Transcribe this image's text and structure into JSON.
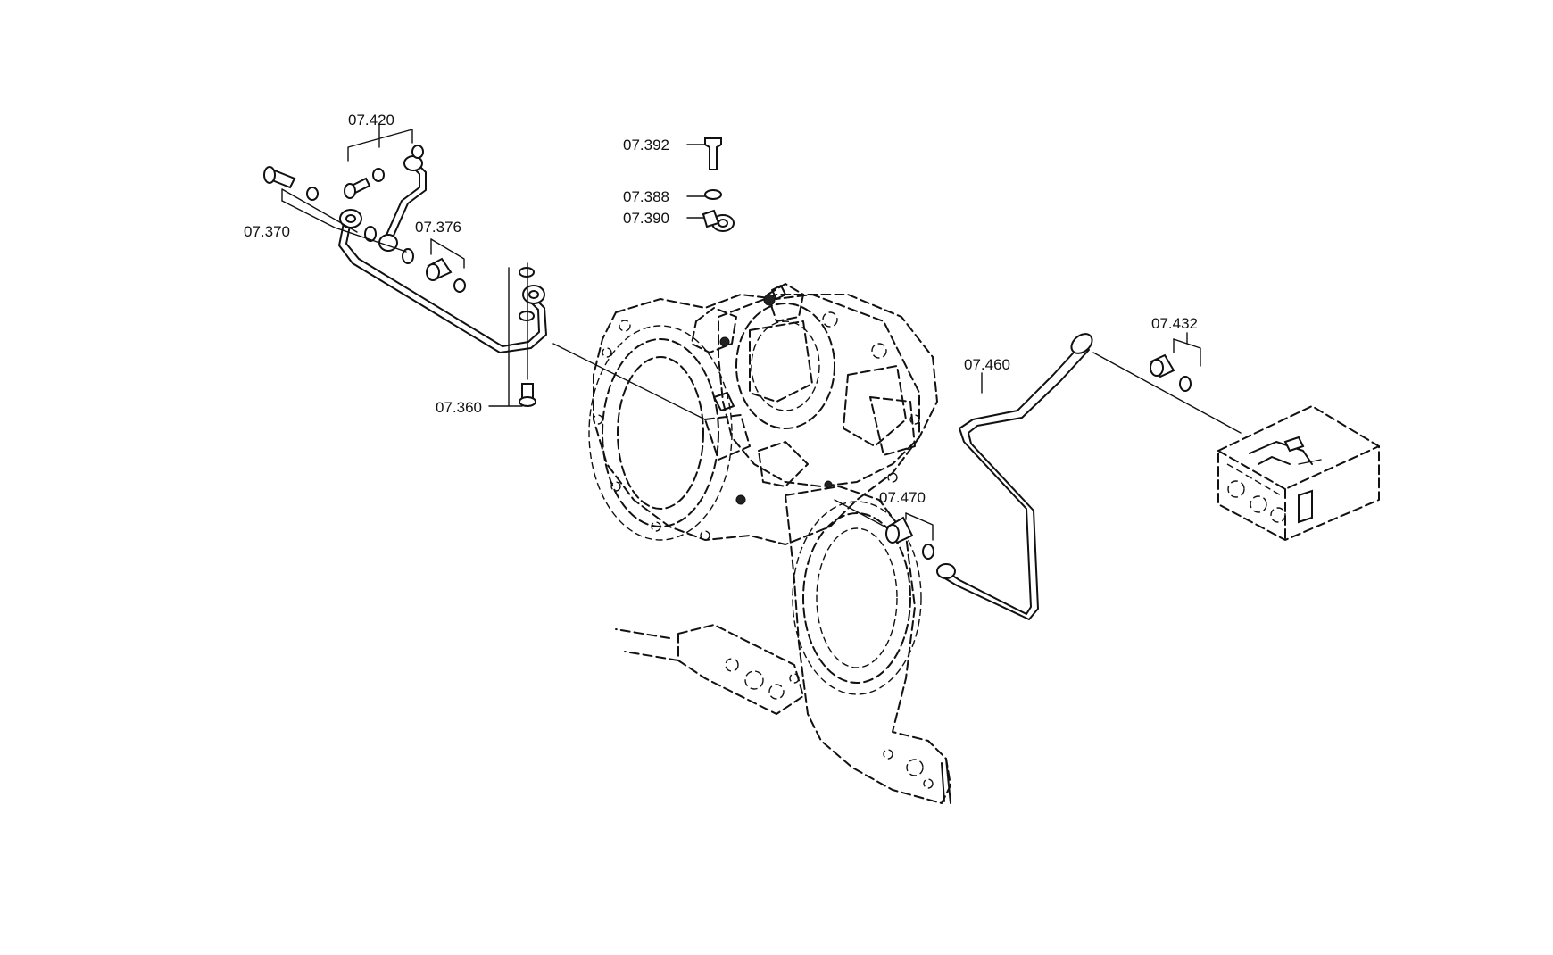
{
  "callouts": {
    "p07_420": "07.420",
    "p07_370": "07.370",
    "p07_376": "07.376",
    "p07_360": "07.360",
    "p07_392": "07.392",
    "p07_388": "07.388",
    "p07_390": "07.390",
    "p07_460": "07.460",
    "p07_432": "07.432",
    "p07_470": "07.470"
  }
}
